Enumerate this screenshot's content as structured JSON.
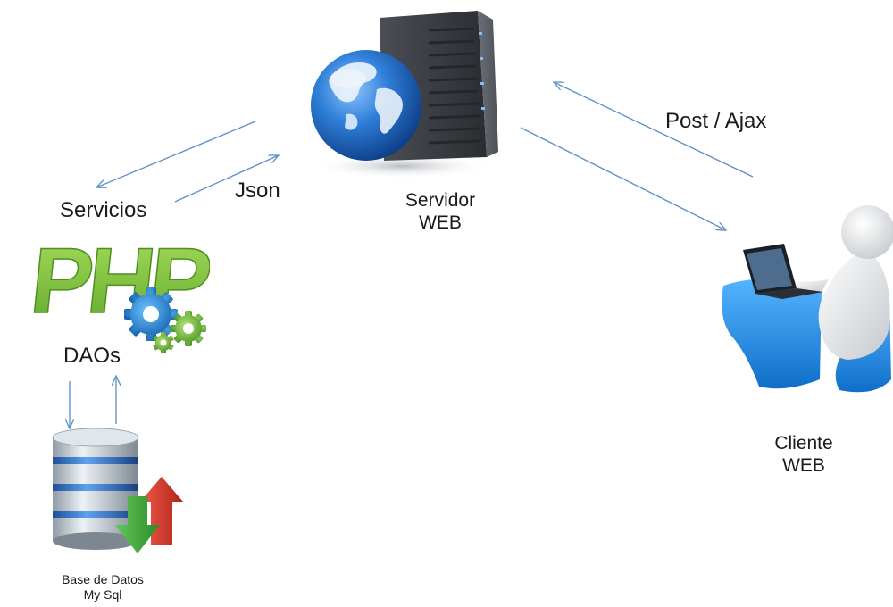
{
  "labels": {
    "servicios": "Servicios",
    "json": "Json",
    "servidor_web": [
      "Servidor",
      "WEB"
    ],
    "post_ajax": "Post / Ajax",
    "daos": "DAOs",
    "cliente_web": [
      "Cliente",
      "WEB"
    ],
    "base_datos": [
      "Base de Datos",
      "My Sql"
    ]
  },
  "logo": {
    "text": "PHP"
  },
  "colors": {
    "arrow": "#5b8fc7",
    "php_green": "#7cc240",
    "gear_blue": "#2a8fd0",
    "globe_blue": "#1f6fc8",
    "server_dark": "#3a3d42",
    "chair_blue": "#1e8fe0",
    "db_silver": "#c9d3dc",
    "db_blue": "#3d7fd1",
    "arrow_green": "#3aa335",
    "arrow_red": "#d93a2b"
  }
}
